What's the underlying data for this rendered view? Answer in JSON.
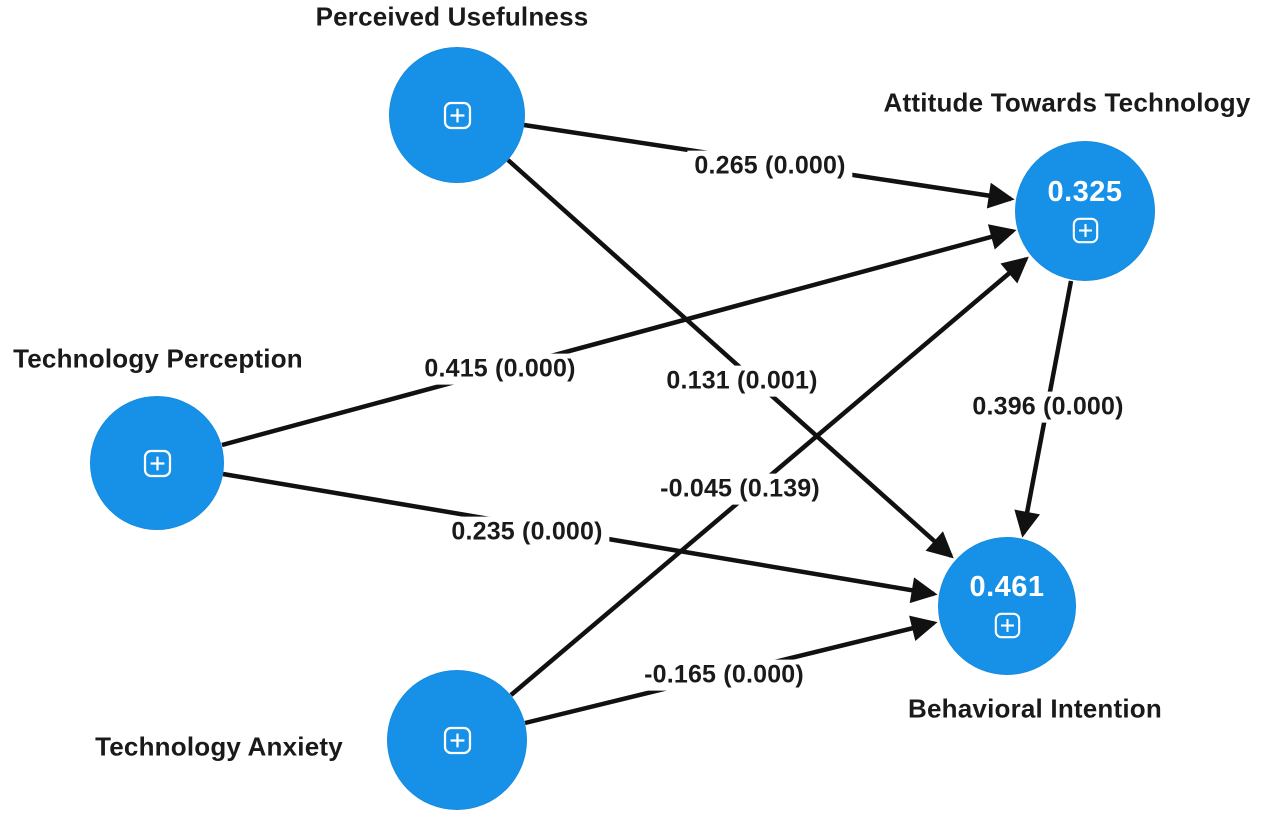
{
  "colors": {
    "node_fill": "#1791e8",
    "edge": "#111111",
    "label_text": "#1a1a1a",
    "node_value_text": "#ffffff",
    "background": "#ffffff"
  },
  "icons": {
    "expand_icon": "plus-in-rounded-square"
  },
  "nodes": {
    "perceived_usefulness": {
      "label": "Perceived Usefulness"
    },
    "technology_perception": {
      "label": "Technology Perception"
    },
    "technology_anxiety": {
      "label": "Technology Anxiety"
    },
    "attitude": {
      "label": "Attitude Towards Technology",
      "r_squared": "0.325"
    },
    "behavioral_intention": {
      "label": "Behavioral Intention",
      "r_squared": "0.461"
    }
  },
  "edges": [
    {
      "from": "Perceived Usefulness",
      "to": "Attitude Towards Technology",
      "label": "0.265 (0.000)"
    },
    {
      "from": "Perceived Usefulness",
      "to": "Behavioral Intention",
      "label": "0.131 (0.001)"
    },
    {
      "from": "Technology Perception",
      "to": "Attitude Towards Technology",
      "label": "0.415 (0.000)"
    },
    {
      "from": "Technology Perception",
      "to": "Behavioral Intention",
      "label": "0.235 (0.000)"
    },
    {
      "from": "Technology Anxiety",
      "to": "Attitude Towards Technology",
      "label": "-0.045 (0.139)"
    },
    {
      "from": "Technology Anxiety",
      "to": "Behavioral Intention",
      "label": "-0.165 (0.000)"
    },
    {
      "from": "Attitude Towards Technology",
      "to": "Behavioral Intention",
      "label": "0.396 (0.000)"
    }
  ]
}
